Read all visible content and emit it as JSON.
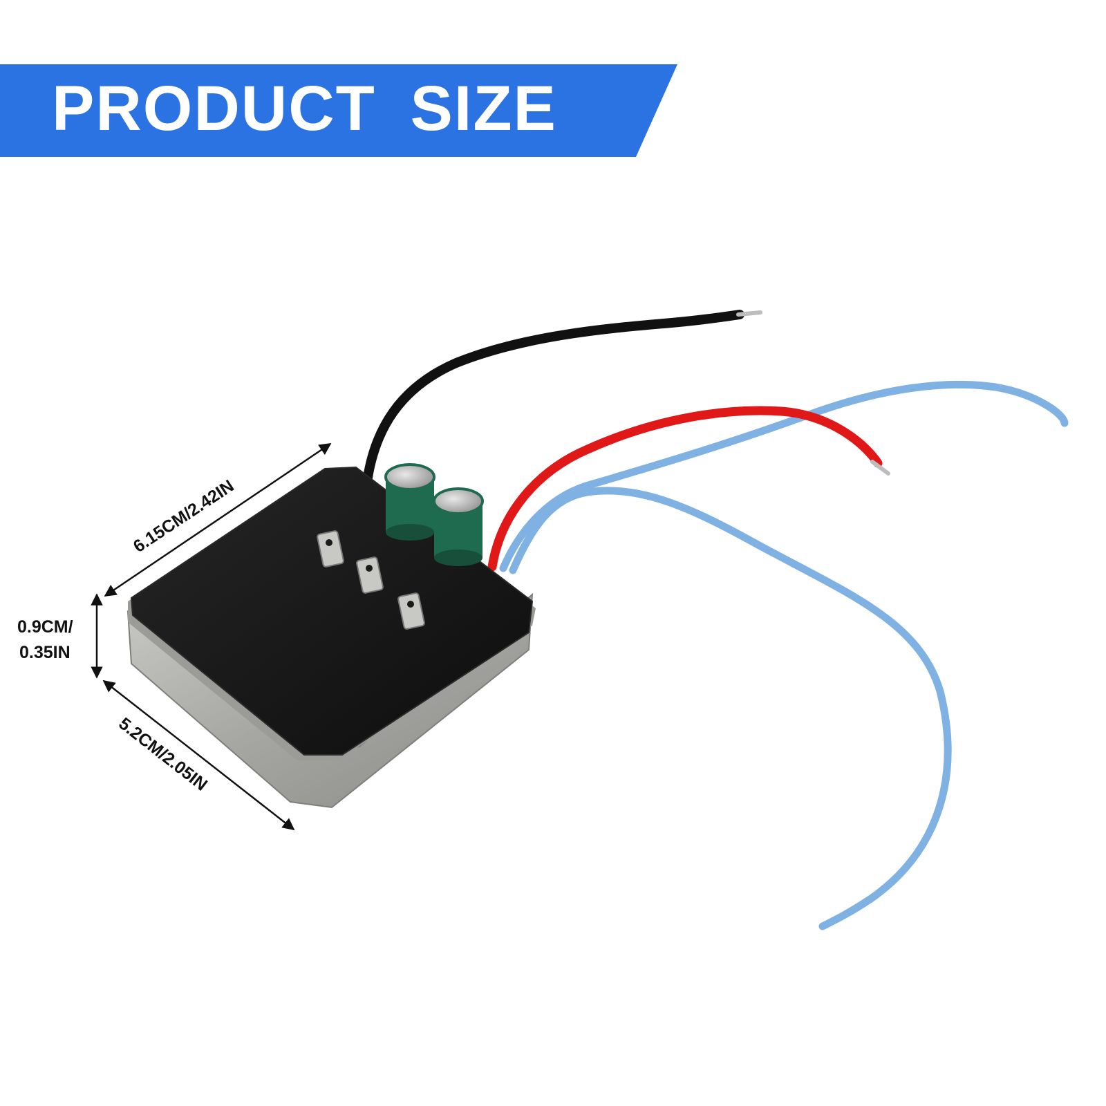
{
  "banner": {
    "title": "PRODUCT  SIZE",
    "color": "#2b73e3"
  },
  "dimensions": {
    "length": "6.15CM/2.42IN",
    "height_line1": "0.9CM/",
    "height_line2": "0.35IN",
    "width": "5.2CM/2.05IN"
  },
  "product": {
    "name": "brushless-controller-board",
    "wire_colors": {
      "black": "#111111",
      "red": "#e01818",
      "blue": "#7fb2e3"
    },
    "capacitor_color": "#1f6b4f",
    "housing_color": "#a7a7a4",
    "board_color": "#141414"
  }
}
